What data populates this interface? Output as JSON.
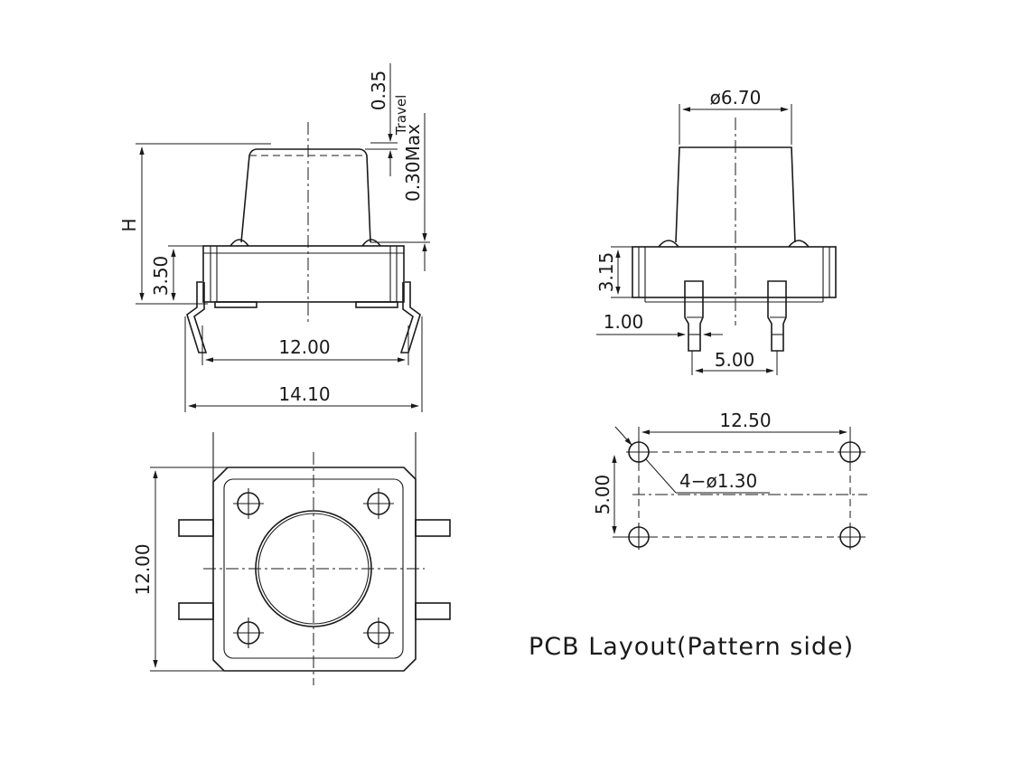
{
  "front_view": {
    "dim_travel_value": "0.35",
    "dim_travel_label": "Travel",
    "dim_max_value": "0.30Max",
    "dim_height_label": "H",
    "dim_body_height": "3.50",
    "dim_pin_span": "12.00",
    "dim_overall_width": "14.10"
  },
  "side_view": {
    "dim_button_diameter": "ø6.70",
    "dim_body_height": "3.15",
    "dim_pin_width": "1.00",
    "dim_pin_pitch": "5.00"
  },
  "top_view": {
    "dim_body_size": "12.00"
  },
  "pcb_layout": {
    "dim_hole_pitch_x": "12.50",
    "dim_hole_pitch_y": "5.00",
    "dim_hole_callout": "4−ø1.30",
    "caption": "PCB Layout(Pattern side)"
  }
}
